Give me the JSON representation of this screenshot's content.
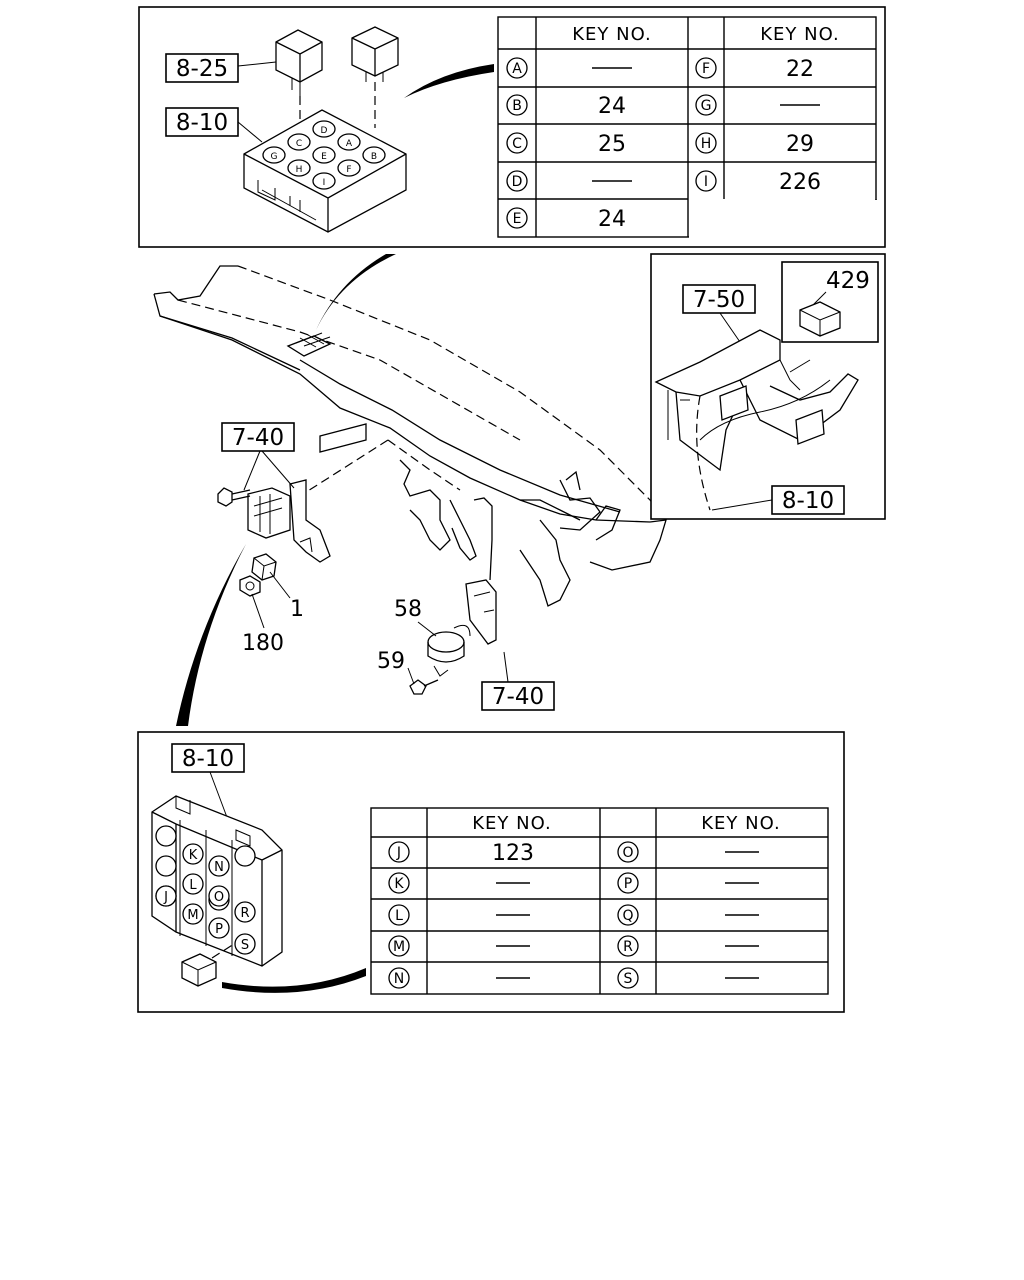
{
  "diagram": {
    "refs": {
      "top_relay": "8-25",
      "top_box": "8-10",
      "inset_bracket": "7-50",
      "inset_relay": "429",
      "inset_box": "8-10",
      "mid_bracket_a": "7-40",
      "mid_bracket_b": "7-40",
      "bottom_box": "8-10"
    },
    "callouts": {
      "part_1": "1",
      "part_180": "180",
      "part_58": "58",
      "part_59": "59"
    }
  },
  "top_table": {
    "header_left": "KEY NO.",
    "header_right": "KEY NO.",
    "left_rows": [
      {
        "letter": "A",
        "value": "—"
      },
      {
        "letter": "B",
        "value": "24"
      },
      {
        "letter": "C",
        "value": "25"
      },
      {
        "letter": "D",
        "value": "—"
      },
      {
        "letter": "E",
        "value": "24"
      }
    ],
    "right_rows": [
      {
        "letter": "F",
        "value": "22"
      },
      {
        "letter": "G",
        "value": "—"
      },
      {
        "letter": "H",
        "value": "29"
      },
      {
        "letter": "I",
        "value": "226"
      }
    ]
  },
  "bottom_table": {
    "header_left": "KEY NO.",
    "header_right": "KEY NO.",
    "left_rows": [
      {
        "letter": "J",
        "value": "123"
      },
      {
        "letter": "K",
        "value": "—"
      },
      {
        "letter": "L",
        "value": "—"
      },
      {
        "letter": "M",
        "value": "—"
      },
      {
        "letter": "N",
        "value": "—"
      }
    ],
    "right_rows": [
      {
        "letter": "O",
        "value": "—"
      },
      {
        "letter": "P",
        "value": "—"
      },
      {
        "letter": "Q",
        "value": "—"
      },
      {
        "letter": "R",
        "value": "—"
      },
      {
        "letter": "S",
        "value": "—"
      }
    ]
  },
  "grid_letters": {
    "top_box": [
      "D",
      "A",
      "B",
      "C",
      "E",
      "F",
      "G",
      "H",
      "I"
    ],
    "bottom_box": [
      "K",
      "N",
      "L",
      "O",
      "J",
      "M",
      "R",
      "P",
      "S"
    ]
  }
}
